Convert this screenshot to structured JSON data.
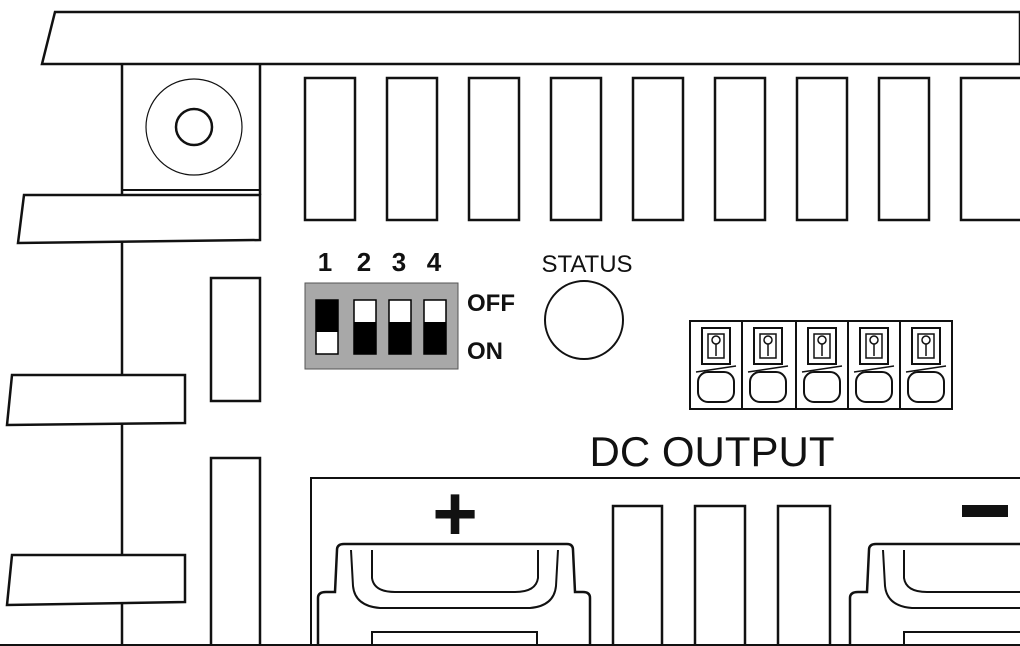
{
  "dip_switch": {
    "numbers": [
      "1",
      "2",
      "3",
      "4"
    ],
    "off_label": "OFF",
    "on_label": "ON",
    "positions": [
      "ON",
      "OFF",
      "OFF",
      "OFF"
    ]
  },
  "status": {
    "label": "STATUS"
  },
  "dc_output": {
    "label": "DC OUTPUT",
    "plus_symbol": "+",
    "minus_symbol": "−"
  },
  "colors": {
    "line": "#111111",
    "switch_body": "#a8a8a8",
    "switch_lever": "#000000",
    "background": "#ffffff"
  }
}
